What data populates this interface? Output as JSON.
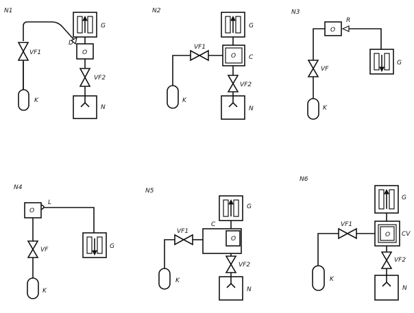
{
  "diagrams": [
    {
      "id": "N1",
      "labels": {
        "G": "G",
        "O": "O",
        "D": "D",
        "VF1": "VF1",
        "VF2": "VF2",
        "K": "K",
        "N": "N"
      }
    },
    {
      "id": "N2",
      "labels": {
        "G": "G",
        "O": "O",
        "C": "C",
        "VF1": "VF1",
        "VF2": "VF2",
        "K": "K",
        "N": "N"
      }
    },
    {
      "id": "N3",
      "labels": {
        "O": "O",
        "R": "R",
        "G": "G",
        "VF": "VF",
        "K": "K"
      }
    },
    {
      "id": "N4",
      "labels": {
        "O": "O",
        "L": "L",
        "G": "G",
        "VF": "VF",
        "K": "K"
      }
    },
    {
      "id": "N5",
      "labels": {
        "G": "G",
        "C": "C",
        "O": "O",
        "VF1": "VF1",
        "VF2": "VF2",
        "K": "K",
        "N": "N"
      }
    },
    {
      "id": "N6",
      "labels": {
        "G": "G",
        "O": "O",
        "CV": "CV",
        "VF1": "VF1",
        "VF2": "VF2",
        "K": "K",
        "N": "N"
      }
    }
  ]
}
